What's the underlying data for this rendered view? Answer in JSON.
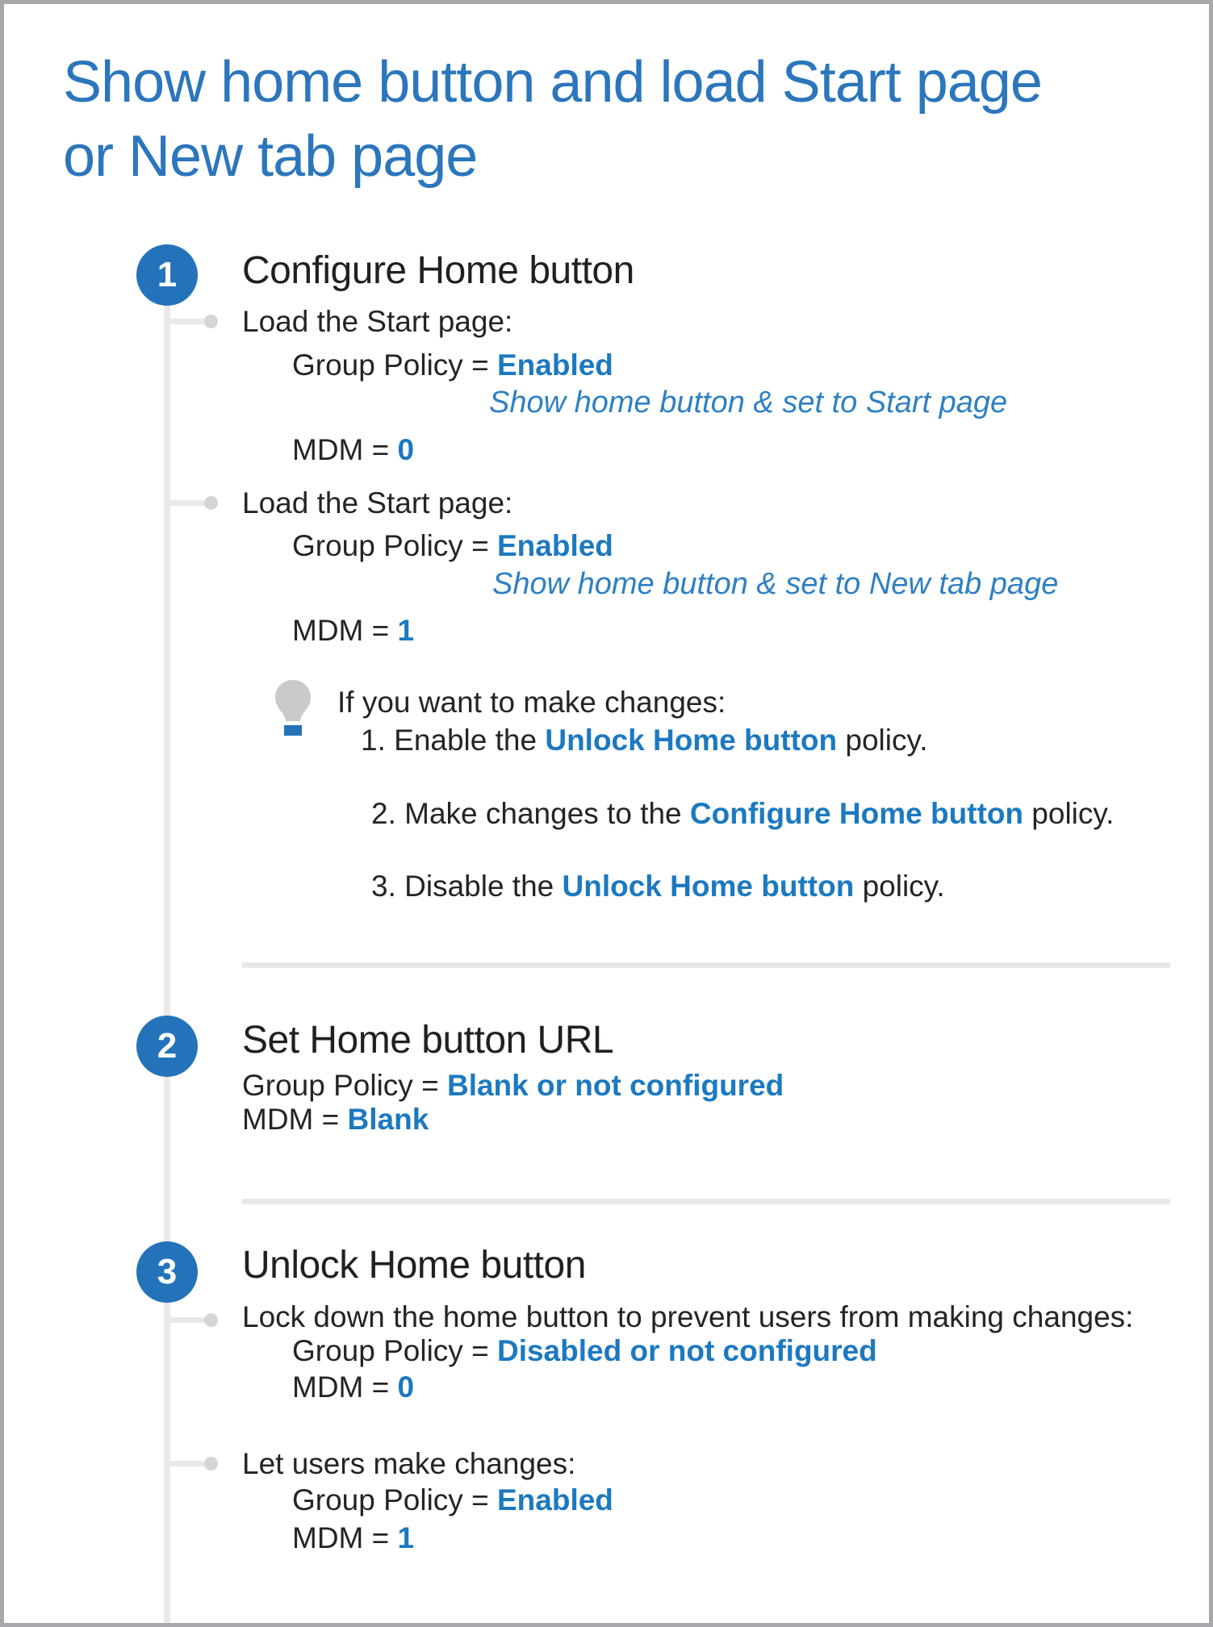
{
  "title": {
    "line1": "Show home button and load Start page",
    "line2": "or New tab page"
  },
  "step1": {
    "number": "1",
    "heading": "Configure Home button",
    "bullet1": {
      "label": "Load the Start page:",
      "gp_prefix": "Group Policy = ",
      "gp_value": "Enabled",
      "note": "Show home button & set to Start page",
      "mdm_prefix": "MDM = ",
      "mdm_value": "0"
    },
    "bullet2": {
      "label": "Load the Start page:",
      "gp_prefix": "Group Policy = ",
      "gp_value": "Enabled",
      "note": "Show home button & set to New tab page",
      "mdm_prefix": "MDM = ",
      "mdm_value": "1"
    }
  },
  "tip": {
    "icon": "lightbulb-icon",
    "intro": "If you want to make changes:",
    "item1": {
      "prefix": "1. Enable the ",
      "policy": "Unlock Home button",
      "suffix": " policy."
    },
    "item2": {
      "prefix": "2. Make changes to the ",
      "policy": "Configure Home button",
      "suffix": " policy."
    },
    "item3": {
      "prefix": "3. Disable the ",
      "policy": "Unlock Home button",
      "suffix": " policy."
    }
  },
  "step2": {
    "number": "2",
    "heading": "Set Home button URL",
    "gp_prefix": "Group Policy = ",
    "gp_value": "Blank or not configured",
    "mdm_prefix": "MDM = ",
    "mdm_value": "Blank"
  },
  "step3": {
    "number": "3",
    "heading": "Unlock Home button",
    "bullet1": {
      "label": "Lock down the home button to prevent users from making changes:",
      "gp_prefix": "Group Policy = ",
      "gp_value": "Disabled or not configured",
      "mdm_prefix": "MDM = ",
      "mdm_value": "0"
    },
    "bullet2": {
      "label": "Let users make changes:",
      "gp_prefix": "Group Policy = ",
      "gp_value": "Enabled",
      "mdm_prefix": "MDM = ",
      "mdm_value": "1"
    }
  },
  "colors": {
    "title_blue": "#2b76bc",
    "accent_blue": "#1c79c0",
    "circle_blue": "#2473ba",
    "body_dark": "#262324",
    "timeline_gray": "#e9e9e9",
    "border_gray": "#a7a9ac",
    "bulb_gray": "#c9cacb"
  }
}
